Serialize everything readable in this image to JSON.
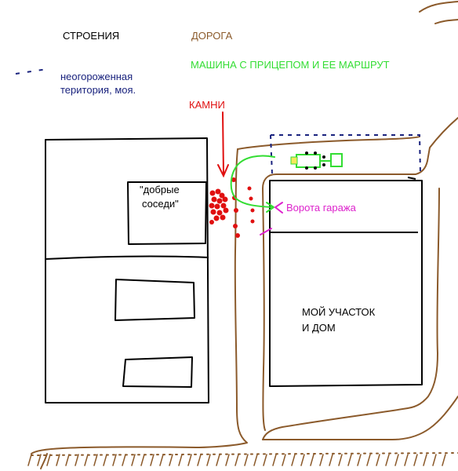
{
  "colors": {
    "buildings": "#000000",
    "road": "#8b5a2b",
    "vehicle": "#33dd33",
    "stones": "#e01010",
    "gate": "#dd22cc",
    "territory": "#1a237e"
  },
  "legend": {
    "buildings": "СТРОЕНИЯ",
    "road": "ДОРОГА",
    "vehicle_route": "МАШИНА С ПРИЦЕПОМ И ЕЕ МАРШРУТ",
    "territory_line1": "неогороженная",
    "territory_line2": "територия, моя.",
    "stones": "КАМНИ"
  },
  "map": {
    "neighbors_line1": "\"добрые",
    "neighbors_line2": "соседи\"",
    "gate_label": "Ворота гаража",
    "my_plot_line1": "МОЙ УЧАСТОК",
    "my_plot_line2": "И ДОМ"
  }
}
